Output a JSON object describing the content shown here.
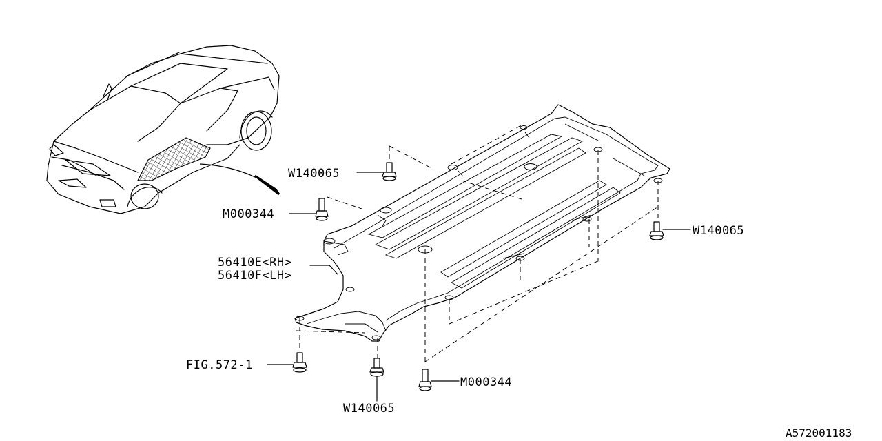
{
  "diagram": {
    "labels": {
      "w140065_top": "W140065",
      "m000344_top": "M000344",
      "part_rh": "56410E<RH>",
      "part_lh": "56410F<LH>",
      "w140065_right": "W140065",
      "fig_ref": "FIG.572-1",
      "m000344_bottom": "M000344",
      "w140065_bottom": "W140065"
    },
    "diagram_code": "A572001183"
  }
}
